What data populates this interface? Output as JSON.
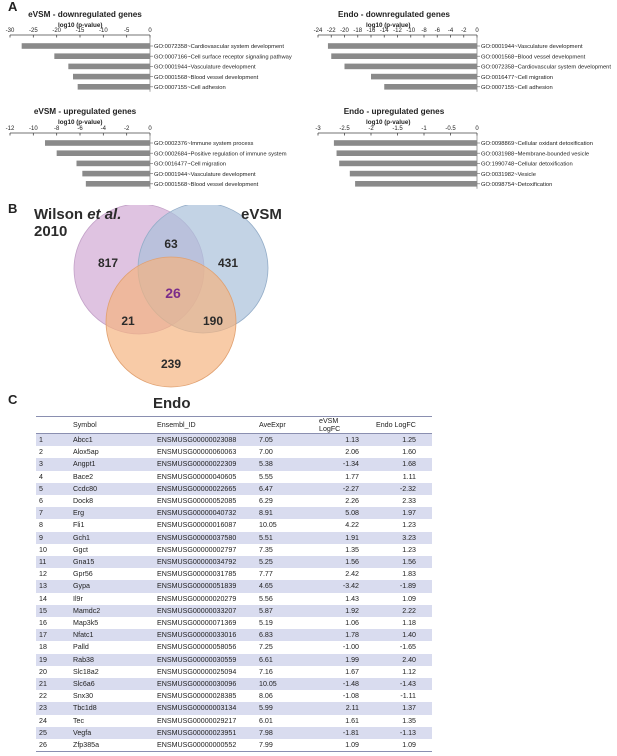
{
  "panels": {
    "a": "A",
    "b": "B",
    "c": "C"
  },
  "chart_data": [
    {
      "type": "bar",
      "title": "eVSM - downregulated genes",
      "xlabel": "log10 (p-value)",
      "ticks": [
        -30,
        -25,
        -20,
        -15,
        -10,
        -5,
        0
      ],
      "xlim": [
        -30,
        0
      ],
      "categories": [
        "GO:0072358~Cardiovascular system development",
        "GO:0007166~Cell surface receptor signaling pathway",
        "GO:0001944~Vasculature development",
        "GO:0001568~Blood vessel development",
        "GO:0007155~Cell adhesion"
      ],
      "values": [
        -27.5,
        -20.5,
        -17.5,
        -16.5,
        -15.5
      ]
    },
    {
      "type": "bar",
      "title": "Endo - downregulated genes",
      "xlabel": "log10 (p-value)",
      "ticks": [
        -24,
        -22,
        -20,
        -18,
        -16,
        -14,
        -12,
        -10,
        -8,
        -6,
        -4,
        -2,
        0
      ],
      "xlim": [
        -24,
        0
      ],
      "categories": [
        "GO:0001944~Vasculature development",
        "GO:0001568~Blood vessel development",
        "GO:0072358~Cardiovascular system development",
        "GO:0016477~Cell migration",
        "GO:0007155~Cell adhesion"
      ],
      "values": [
        -22.5,
        -22,
        -20,
        -16,
        -14
      ]
    },
    {
      "type": "bar",
      "title": "eVSM - upregulated genes",
      "xlabel": "log10 (p-value)",
      "ticks": [
        -12,
        -10,
        -8,
        -6,
        -4,
        -2,
        0
      ],
      "xlim": [
        -12,
        0
      ],
      "categories": [
        "GO:0002376~Immune system process",
        "GO:0002684~Positive regulation of immune system",
        "GO:0016477~Cell migration",
        "GO:0001944~Vasculature development",
        "GO:0001568~Blood vessel development"
      ],
      "values": [
        -9,
        -8,
        -6.3,
        -5.8,
        -5.5
      ]
    },
    {
      "type": "bar",
      "title": "Endo - upregulated genes",
      "xlabel": "log10 (p-value)",
      "ticks": [
        -3,
        -2.5,
        -2,
        -1.5,
        -1,
        -0.5,
        0
      ],
      "xlim": [
        -3,
        0
      ],
      "categories": [
        "GO:0098869~Cellular oxidant detoxification",
        "GO:0031988~Membrane-bounded vesicle",
        "GO:1990748~Cellular detoxification",
        "GO:0031982~Vesicle",
        "GO:0098754~Detoxification"
      ],
      "values": [
        -2.7,
        -2.65,
        -2.6,
        -2.4,
        -2.3
      ]
    },
    {
      "type": "venn",
      "sets": [
        "Wilson et al. 2010",
        "eVSM",
        "Endo"
      ],
      "labels": {
        "wilson_pre": "Wilson ",
        "wilson_em": "et al.",
        "wilson_line2": "2010",
        "evsm": "eVSM",
        "endo": "Endo"
      },
      "regions": {
        "wilson_only": 817,
        "evsm_only": 431,
        "endo_only": 239,
        "wilson_evsm": 63,
        "wilson_endo": 21,
        "evsm_endo": 190,
        "all_three": 26
      },
      "colors": {
        "wilson": "#d9b8dc",
        "evsm": "#a9c1da",
        "endo": "#f5b27e",
        "center_text": "#7b2d8a"
      }
    },
    {
      "type": "table",
      "columns": [
        "",
        "Symbol",
        "Ensembl_ID",
        "AveExpr",
        "eVSM LogFC",
        "Endo LogFC"
      ],
      "rows": [
        [
          "1",
          "Abcc1",
          "ENSMUSG00000023088",
          "7.05",
          "1.13",
          "1.25"
        ],
        [
          "2",
          "Alox5ap",
          "ENSMUSG00000060063",
          "7.00",
          "2.06",
          "1.60"
        ],
        [
          "3",
          "Angpt1",
          "ENSMUSG00000022309",
          "5.38",
          "-1.34",
          "1.68"
        ],
        [
          "4",
          "Bace2",
          "ENSMUSG00000040605",
          "5.55",
          "1.77",
          "1.11"
        ],
        [
          "5",
          "Ccdc80",
          "ENSMUSG00000022665",
          "6.47",
          "-2.27",
          "-2.32"
        ],
        [
          "6",
          "Dock8",
          "ENSMUSG00000052085",
          "6.29",
          "2.26",
          "2.33"
        ],
        [
          "7",
          "Erg",
          "ENSMUSG00000040732",
          "8.91",
          "5.08",
          "1.97"
        ],
        [
          "8",
          "Fli1",
          "ENSMUSG00000016087",
          "10.05",
          "4.22",
          "1.23"
        ],
        [
          "9",
          "Gch1",
          "ENSMUSG00000037580",
          "5.51",
          "1.91",
          "3.23"
        ],
        [
          "10",
          "Ggct",
          "ENSMUSG00000002797",
          "7.35",
          "1.35",
          "1.23"
        ],
        [
          "11",
          "Gna15",
          "ENSMUSG00000034792",
          "5.25",
          "1.56",
          "1.56"
        ],
        [
          "12",
          "Gpr56",
          "ENSMUSG00000031785",
          "7.77",
          "2.42",
          "1.83"
        ],
        [
          "13",
          "Gypa",
          "ENSMUSG00000051839",
          "4.65",
          "-3.42",
          "-1.89"
        ],
        [
          "14",
          "Il9r",
          "ENSMUSG00000020279",
          "5.56",
          "1.43",
          "1.09"
        ],
        [
          "15",
          "Mamdc2",
          "ENSMUSG00000033207",
          "5.87",
          "1.92",
          "2.22"
        ],
        [
          "16",
          "Map3k5",
          "ENSMUSG00000071369",
          "5.19",
          "1.06",
          "1.18"
        ],
        [
          "17",
          "Nfatc1",
          "ENSMUSG00000033016",
          "6.83",
          "1.78",
          "1.40"
        ],
        [
          "18",
          "Palld",
          "ENSMUSG00000058056",
          "7.25",
          "-1.00",
          "-1.65"
        ],
        [
          "19",
          "Rab38",
          "ENSMUSG00000030559",
          "6.61",
          "1.99",
          "2.40"
        ],
        [
          "20",
          "Slc18a2",
          "ENSMUSG00000025094",
          "7.16",
          "1.67",
          "1.12"
        ],
        [
          "21",
          "Slc6a6",
          "ENSMUSG00000030096",
          "10.05",
          "-1.48",
          "-1.43"
        ],
        [
          "22",
          "Snx30",
          "ENSMUSG00000028385",
          "8.06",
          "-1.08",
          "-1.11"
        ],
        [
          "23",
          "Tbc1d8",
          "ENSMUSG00000003134",
          "5.99",
          "2.11",
          "1.37"
        ],
        [
          "24",
          "Tec",
          "ENSMUSG00000029217",
          "6.01",
          "1.61",
          "1.35"
        ],
        [
          "25",
          "Vegfa",
          "ENSMUSG00000023951",
          "7.98",
          "-1.81",
          "-1.13"
        ],
        [
          "26",
          "Zfp385a",
          "ENSMUSG00000000552",
          "7.99",
          "1.09",
          "1.09"
        ]
      ]
    }
  ]
}
